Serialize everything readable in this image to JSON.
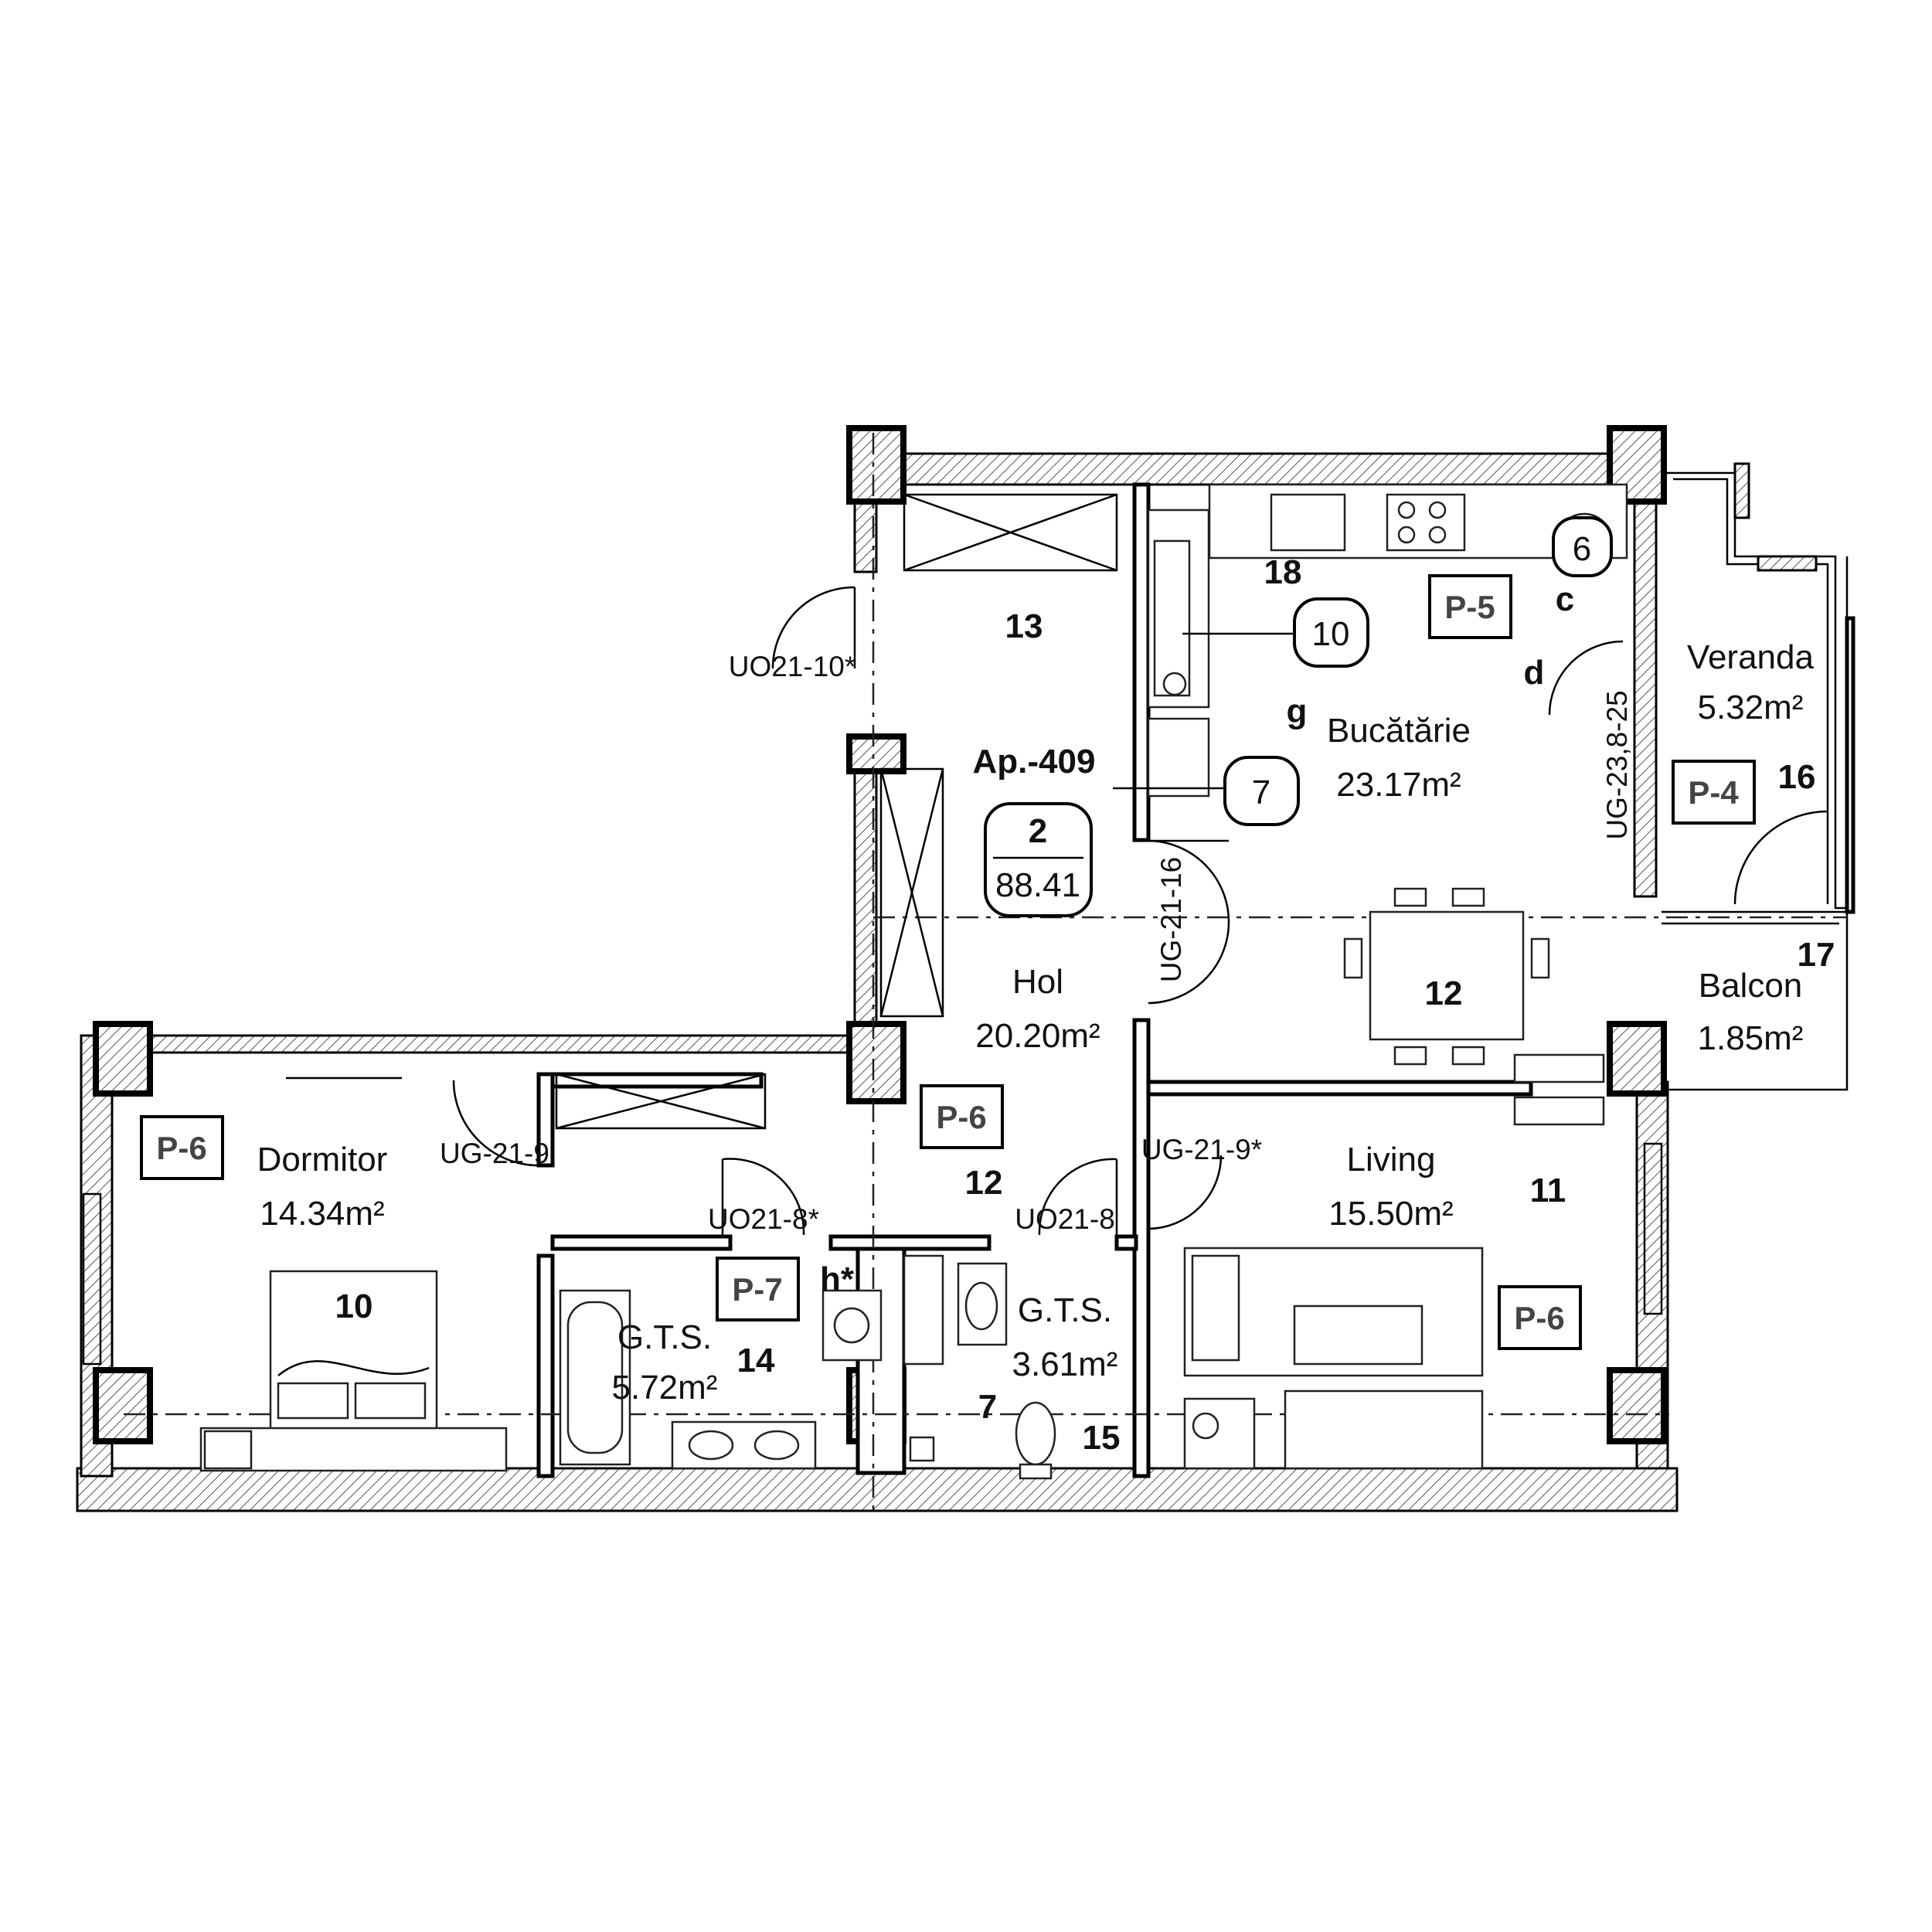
{
  "apartment": {
    "label": "Ap.-409",
    "rooms_count": "2",
    "total_area": "88.41"
  },
  "rooms": {
    "bucatarie": {
      "name": "Bucătărie",
      "area": "23.17m²"
    },
    "hol": {
      "name": "Hol",
      "area": "20.20m²"
    },
    "dormitor": {
      "name": "Dormitor",
      "area": "14.34m²"
    },
    "living": {
      "name": "Living",
      "area": "15.50m²"
    },
    "gts_large": {
      "name": "G.T.S.",
      "area": "5.72m²"
    },
    "gts_small": {
      "name": "G.T.S.",
      "area": "3.61m²"
    },
    "veranda": {
      "name": "Veranda",
      "area": "5.32m²"
    },
    "balcon": {
      "name": "Balcon",
      "area": "1.85m²"
    }
  },
  "door_codes": {
    "uo21_10": "UO21-10*",
    "ug21_16": "UG-21-16",
    "ug23": "UG-23,8-25",
    "ug21_9_left": "UG-21-9",
    "ug21_9_right": "UG-21-9*",
    "uo21_8_star": "UO21-8*",
    "uo21_8": "UO21-8"
  },
  "finish_tags": {
    "p5": "P-5",
    "p4": "P-4",
    "p6_hol": "P-6",
    "p6_dormitor": "P-6",
    "p6_living": "P-6",
    "p7": "P-7"
  },
  "item_numbers": {
    "n13": "13",
    "n18": "18",
    "n12_kitchen": "12",
    "n12_hol": "12",
    "n16": "16",
    "n17": "17",
    "n11": "11",
    "n10": "10",
    "n14": "14",
    "n15": "15",
    "n7_wc": "7"
  },
  "circled_items": {
    "c10": "10",
    "c7": "7",
    "c6": "6"
  },
  "letters": {
    "c": "c",
    "d": "d",
    "g": "g",
    "h": "h*"
  }
}
